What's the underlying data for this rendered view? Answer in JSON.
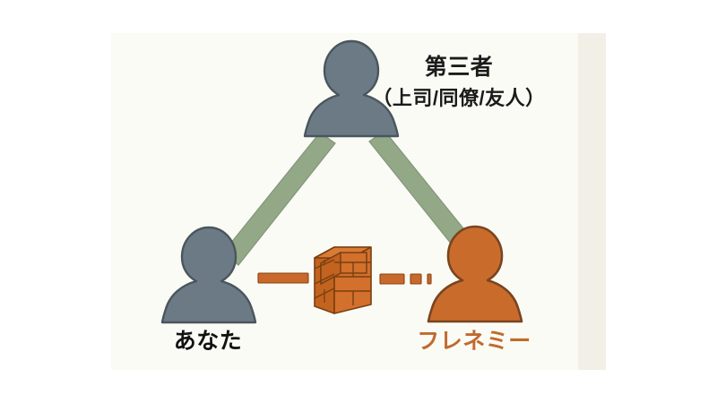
{
  "slide": {
    "background_color": "#ffffff",
    "canvas_color": "#fbfbf5",
    "canvas_edge_color": "#f2efe6"
  },
  "diagram": {
    "title_third_party": "第三者",
    "subtitle_third_party": "（上司/同僚/友人）",
    "label_you": "あなた",
    "label_frenemy": "フレネミー",
    "colors": {
      "person_gray_fill": "#6b7a85",
      "person_gray_stroke": "#3f4a50",
      "person_orange_fill": "#c96c2b",
      "person_orange_stroke": "#7a4420",
      "connector_green": "#93a886",
      "connector_green_stroke": "#7d936f",
      "brick_fill": "#d2702c",
      "brick_shade": "#b85f24",
      "brick_stroke": "#7a3f12",
      "dash_fill": "#c8682a",
      "text_black": "#121212",
      "text_orange": "#c06a2e"
    },
    "nodes": [
      {
        "id": "third-party",
        "label": "第三者",
        "color": "#6b7a85",
        "role": "top"
      },
      {
        "id": "you",
        "label": "あなた",
        "color": "#6b7a85",
        "role": "bottom-left"
      },
      {
        "id": "frenemy",
        "label": "フレネミー",
        "color": "#c96c2b",
        "role": "bottom-right"
      }
    ],
    "connectors": [
      {
        "from": "you",
        "to": "third-party",
        "style": "solid",
        "color": "#93a886"
      },
      {
        "from": "third-party",
        "to": "frenemy",
        "style": "solid",
        "color": "#93a886"
      }
    ],
    "barrier": {
      "icon": "brick-wall-icon",
      "between": [
        "you",
        "frenemy"
      ],
      "dashes_left": 1,
      "dashes_right": 3
    }
  }
}
